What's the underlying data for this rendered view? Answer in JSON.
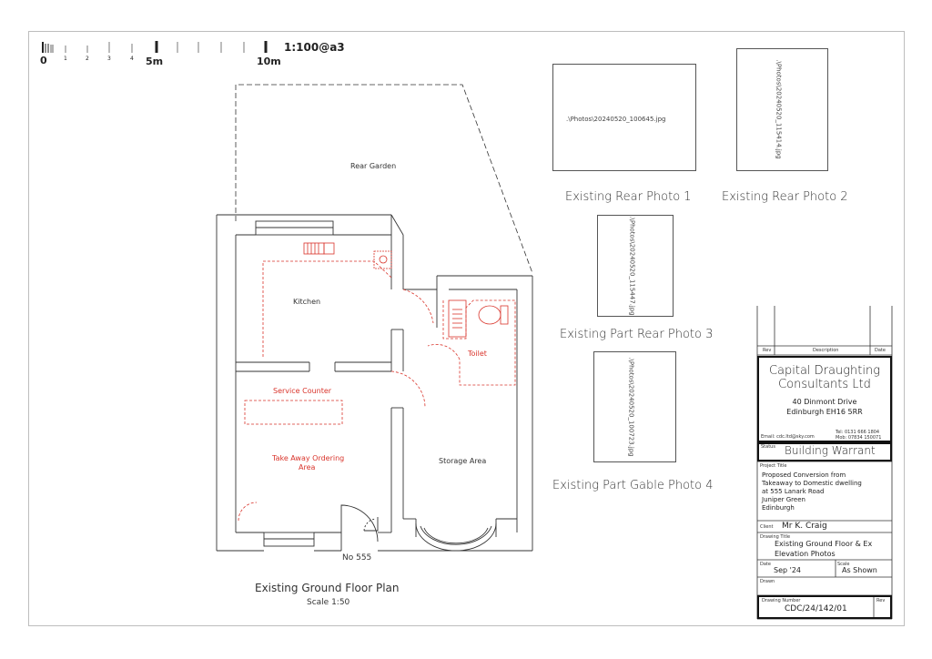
{
  "scale_bar": {
    "ticks": [
      "0",
      "1",
      "2",
      "3",
      "4",
      "5m",
      "10m"
    ],
    "ratio": "1:100@a3"
  },
  "plan": {
    "rooms": {
      "rear_garden": "Rear Garden",
      "kitchen": "Kitchen",
      "toilet": "Toilet",
      "service_counter": "Service Counter",
      "take_away": [
        "Take Away Ordering",
        "Area"
      ],
      "storage": "Storage Area",
      "number": "No 555"
    },
    "title": "Existing Ground Floor Plan",
    "scale": "Scale 1:50",
    "colors": {
      "existing": "#333333",
      "proposed": "#d9342b"
    }
  },
  "photos": [
    {
      "file": ".\\Photos\\20240520_100645.jpg",
      "caption": "Existing Rear Photo 1"
    },
    {
      "file": ".\\Photos\\20240520_115414.jpg",
      "caption": "Existing Rear Photo 2"
    },
    {
      "file": ".\\Photos\\20240520_115447.jpg",
      "caption": "Existing Part Rear Photo 3"
    },
    {
      "file": ".\\Photos\\20240520_100723.jpg",
      "caption": "Existing Part Gable Photo 4"
    }
  ],
  "title_block": {
    "rev_header": "Rev",
    "desc_header": "Description",
    "date_header": "Date",
    "company": [
      "Capital Draughting",
      "Consultants Ltd"
    ],
    "address": [
      "40 Dinmont Drive",
      "Edinburgh EH16 5RR"
    ],
    "email": "Email: cdc.ltd@sky.com",
    "tel": "Tel: 0131 666 1804",
    "mob": "Mob: 07834 150071",
    "status_label": "Status",
    "status": "Building Warrant",
    "project_label": "Project Title",
    "project": [
      "Proposed Conversion from",
      "Takeaway to Domestic dwelling",
      "at 555 Lanark Road",
      "Juniper Green",
      "Edinburgh"
    ],
    "client_label": "Client",
    "client": "Mr K. Craig",
    "drawing_title_label": "Drawing Title",
    "drawing_title": [
      "Existing Ground Floor & Ex",
      "Elevation Photos"
    ],
    "date_label": "Date",
    "date": "Sep '24",
    "scale_label": "Scale",
    "scale": "As Shown",
    "drawn_label": "Drawn",
    "drawing_number_label": "Drawing Number",
    "drawing_number": "CDC/24/142/01",
    "rev_label": "Rev"
  }
}
